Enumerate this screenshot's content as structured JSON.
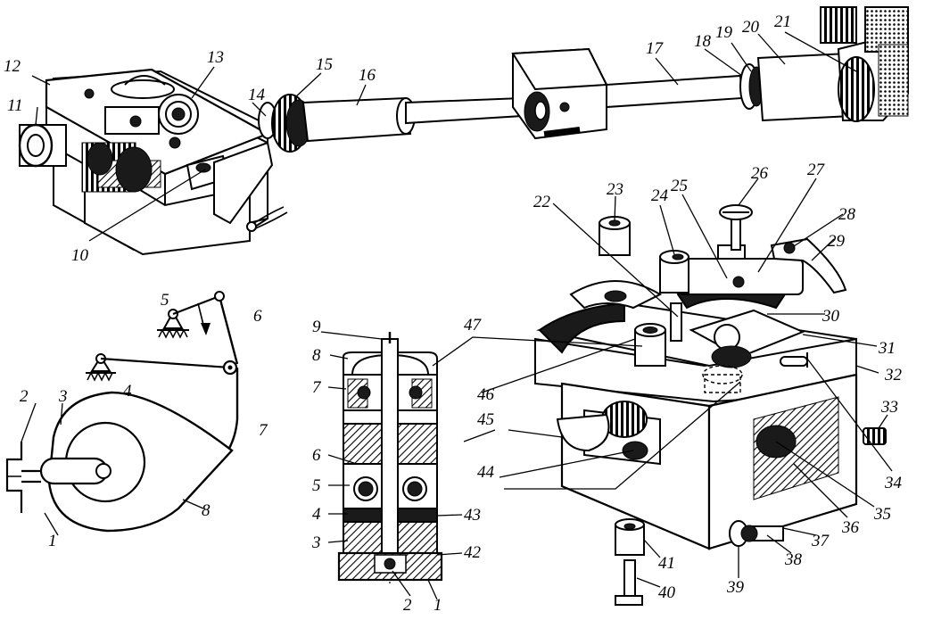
{
  "figure": {
    "labels": [
      "1",
      "2",
      "3",
      "4",
      "5",
      "6",
      "7",
      "8",
      "9",
      "10",
      "11",
      "12",
      "13",
      "14",
      "15",
      "16",
      "17",
      "18",
      "19",
      "20",
      "21",
      "22",
      "23",
      "24",
      "25",
      "26",
      "27",
      "28",
      "29",
      "30",
      "31",
      "32",
      "33",
      "34",
      "35",
      "36",
      "37",
      "38",
      "39",
      "40",
      "41",
      "42",
      "43",
      "44",
      "45",
      "46",
      "47"
    ],
    "cam_labels": [
      "1",
      "2",
      "3",
      "4",
      "5",
      "6",
      "7",
      "8"
    ],
    "section_labels": [
      "9",
      "8",
      "7",
      "6",
      "5",
      "4",
      "3",
      "2",
      "1",
      "43",
      "42"
    ]
  }
}
